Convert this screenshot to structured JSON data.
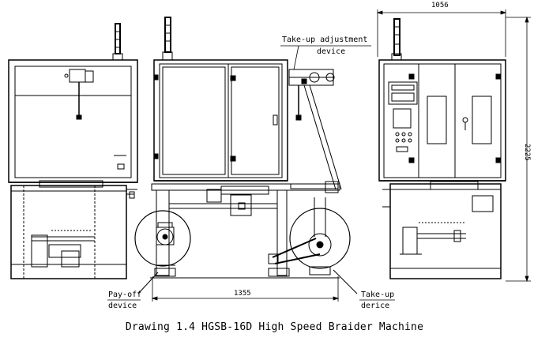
{
  "caption": "Drawing 1.4  HGSB-16D High Speed Braider Machine",
  "labels": {
    "takeup_adjustment_line1": "Take-up adjustment",
    "takeup_adjustment_line2": "device",
    "payoff_line1": "Pay-off",
    "payoff_line2": "device",
    "takeup_line1": "Take-up",
    "takeup_line2": "derice"
  },
  "dimensions": {
    "width_right": "1056",
    "height_right": "2225",
    "width_middle": "1355"
  }
}
